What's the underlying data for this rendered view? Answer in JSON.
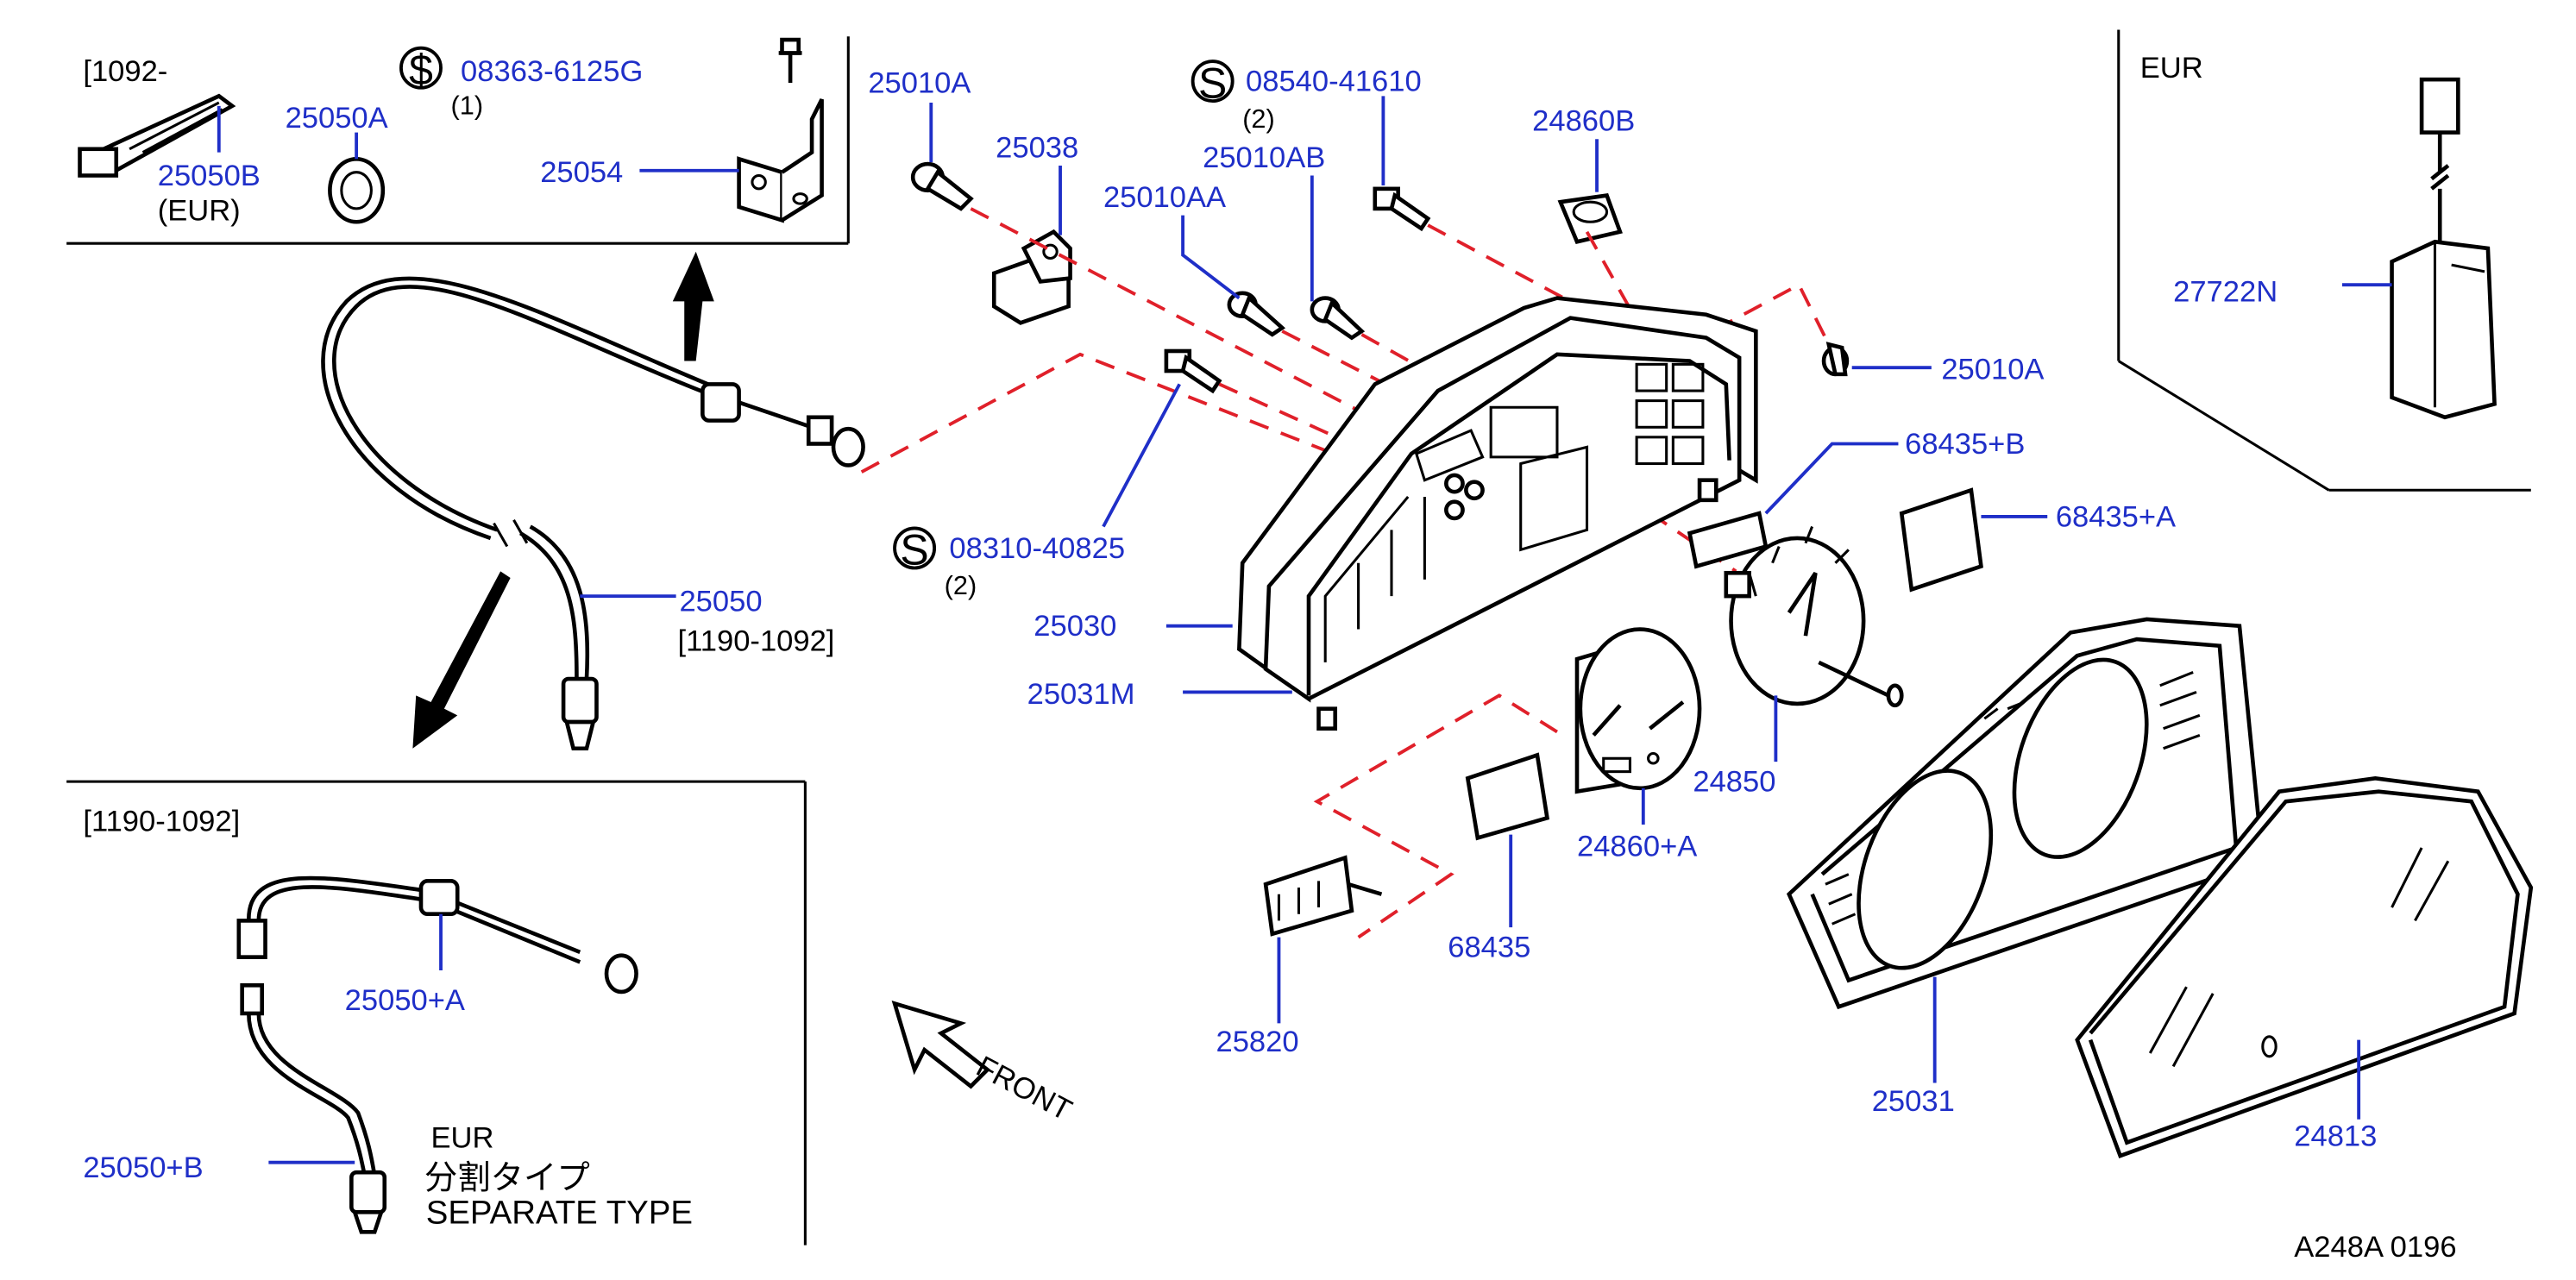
{
  "labels": {
    "range_1092": "[1092-",
    "bolt_08363": "08363-6125G",
    "qty_08363": "(1)",
    "tie_25050B": "25050B",
    "eur_note": "(EUR)",
    "grommet_25050A": "25050A",
    "bracket_25054": "25054",
    "screw_25010A_top": "25010A",
    "holder_25038": "25038",
    "screw_25010AA": "25010AA",
    "screw_25010AB": "25010AB",
    "bolt_08540": "08540-41610",
    "qty_08540": "(2)",
    "socket_24860B": "24860B",
    "screw_25010A_right": "25010A",
    "label_68435B": "68435+B",
    "label_68435A": "68435+A",
    "bolt_08310": "08310-40825",
    "qty_08310": "(2)",
    "cable_25050": "25050",
    "range_cable": "[1190-1092]",
    "cluster_25030": "25030",
    "case_25031M": "25031M",
    "speedo_24850": "24850",
    "gauge_24860A": "24860+A",
    "label_68435": "68435",
    "indicator_25820": "25820",
    "cover_25031": "25031",
    "glass_24813": "24813",
    "eur_box_title": "EUR",
    "harness_27722N": "27722N",
    "range_box": "[1190-1092]",
    "cable_25050A": "25050+A",
    "cable_25050B": "25050+B",
    "eur_sep": "EUR",
    "separate_jp": "分割タイプ",
    "separate_type": "SEPARATE   TYPE",
    "front": "FRONT",
    "ref_code": "A248A  0196",
    "s_symbol": "S",
    "dollar_symbol": "$"
  }
}
